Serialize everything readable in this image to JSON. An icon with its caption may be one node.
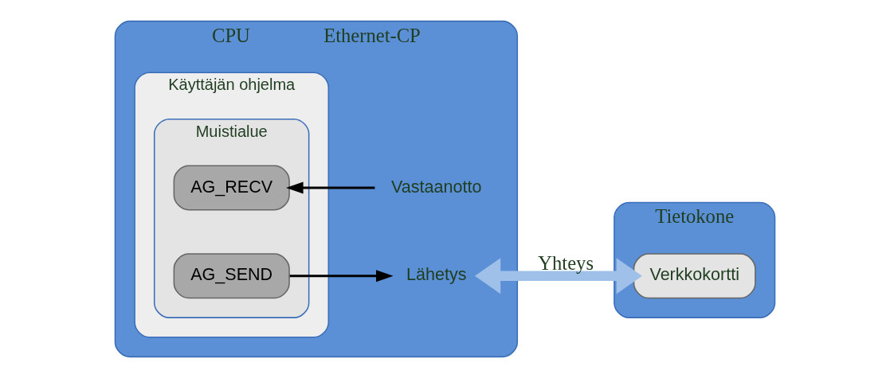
{
  "diagram": {
    "nodes": [
      {
        "text": [
          "CPU",
          "Ethernet-CP"
        ]
      },
      {
        "text": [
          "Tietokone"
        ]
      },
      {
        "text": [
          "Käyttäjän ohjelma"
        ],
        "in": 0
      },
      {
        "text": [
          "Muistialue"
        ],
        "in": 2
      },
      {
        "text": [
          "AG_SEND"
        ],
        "in": 3
      },
      {
        "text": [
          "AG_RECV"
        ],
        "in": 3
      },
      {
        "text": [
          "Lähetys"
        ],
        "in": 0
      },
      {
        "text": [
          "Vastaanotto"
        ],
        "in": 0
      },
      {
        "text": [
          "Verkkokortti"
        ],
        "in": 1
      }
    ],
    "edges": [
      {
        "from": 4,
        "to": 6,
        "arrow": "to"
      },
      {
        "from": 7,
        "to": 5,
        "arrow": "to"
      },
      {
        "from": 6,
        "to": 8,
        "arrow": "both",
        "label": "Yhteys",
        "style": "thick",
        "color": "#9fc0e8"
      }
    ]
  }
}
